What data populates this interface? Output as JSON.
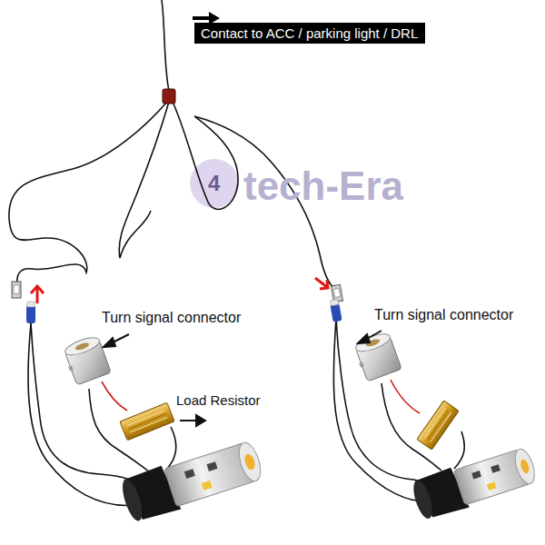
{
  "diagram": {
    "nodes": [
      {
        "text": [
          "Contact to ACC / parking light / DRL"
        ]
      }
    ],
    "labels": [
      "4",
      "tech-Era",
      "Turn signal connector",
      "Load Resistor",
      "Turn signal connector"
    ]
  }
}
